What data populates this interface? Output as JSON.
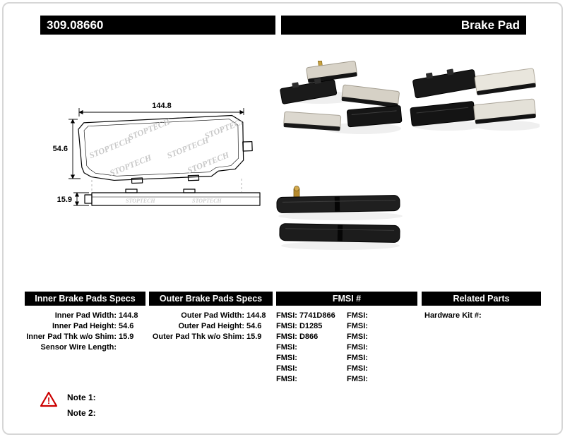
{
  "header": {
    "part_number": "309.08660",
    "product_name": "Brake Pad"
  },
  "drawing": {
    "width_label": "144.8",
    "height_label": "54.6",
    "thickness_label": "15.9",
    "watermark": "STOPTECH"
  },
  "specs": {
    "inner": {
      "title": "Inner Brake Pads Specs",
      "rows": [
        {
          "label": "Inner Pad Width:",
          "value": "144.8"
        },
        {
          "label": "Inner Pad Height:",
          "value": "54.6"
        },
        {
          "label": "Inner Pad Thk w/o Shim:",
          "value": "15.9"
        },
        {
          "label": "Sensor Wire Length:",
          "value": ""
        }
      ]
    },
    "outer": {
      "title": "Outer Brake Pads Specs",
      "rows": [
        {
          "label": "Outer Pad Width:",
          "value": "144.8"
        },
        {
          "label": "Outer Pad Height:",
          "value": "54.6"
        },
        {
          "label": "Outer Pad Thk w/o Shim:",
          "value": "15.9"
        }
      ]
    },
    "fmsi": {
      "title": "FMSI #",
      "rows": [
        {
          "l": "FMSI:",
          "lv": "7741D866",
          "r": "FMSI:",
          "rv": ""
        },
        {
          "l": "FMSI:",
          "lv": "D1285",
          "r": "FMSI:",
          "rv": ""
        },
        {
          "l": "FMSI:",
          "lv": "D866",
          "r": "FMSI:",
          "rv": ""
        },
        {
          "l": "FMSI:",
          "lv": "",
          "r": "FMSI:",
          "rv": ""
        },
        {
          "l": "FMSI:",
          "lv": "",
          "r": "FMSI:",
          "rv": ""
        },
        {
          "l": "FMSI:",
          "lv": "",
          "r": "FMSI:",
          "rv": ""
        },
        {
          "l": "FMSI:",
          "lv": "",
          "r": "FMSI:",
          "rv": ""
        }
      ]
    },
    "related": {
      "title": "Related Parts",
      "rows": [
        {
          "label": "Hardware Kit #:",
          "value": ""
        }
      ]
    }
  },
  "notes": {
    "warning_glyph": "!",
    "note1": "Note 1:",
    "note2": "Note 2:"
  },
  "colors": {
    "bar_bg": "#000000",
    "bar_text": "#ffffff",
    "warning": "#cc0000",
    "watermark": "#c8c8c8"
  }
}
